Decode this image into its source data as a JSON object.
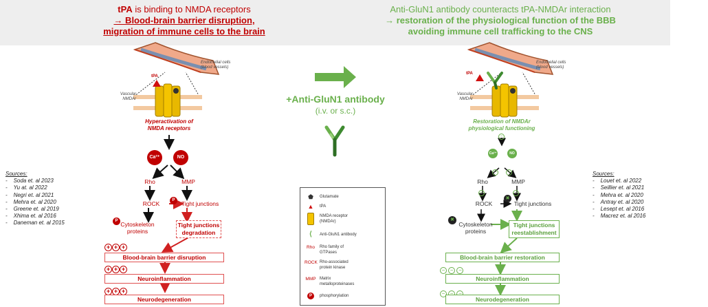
{
  "header": {
    "left_line1_bold": "tPA",
    "left_line1_rest": " is binding to NMDA receptors",
    "left_line2": "→ Blood-brain barrier disruption,",
    "left_line3": "migration of immune cells to the brain",
    "right_line1": "Anti-GluN1 antibody counteracts tPA-NMDAr interaction",
    "right_line2": "→ restoration of the physiological function of the BBB",
    "right_line3": "avoiding immune cell trafficking to the CNS"
  },
  "sources_left": {
    "title": "Sources:",
    "items": [
      "Soda et. al 2023",
      "Yu at. al 2022",
      "Negri et. al 2021",
      "Mehra et. al 2020",
      "Greene et. al  2019",
      "Xhima et. al 2016",
      "Daneman et. al 2015"
    ]
  },
  "sources_right": {
    "title": "Sources:",
    "items": [
      "Louet et. al 2022",
      "Seillier et. al 2021",
      "Mehra et. al 2020",
      "Antray et. al 2020",
      "Lesept et. al 2016",
      "Macrez et. al 2016"
    ]
  },
  "center": {
    "title": "+Anti-GluN1 antibody",
    "subtitle": "(i.v. or s.c.)"
  },
  "left": {
    "endothelial": "Endothelial cells",
    "endothelial2": "(blood vessels)",
    "vascular": "Vascular",
    "nmdar": "NMDAr",
    "tpa": "tPA",
    "caption1": "Hyperactivation of",
    "caption2": "NMDA receptors",
    "ca": "Ca²⁺",
    "no": "NO",
    "rho": "Rho",
    "mmp": "MMP",
    "rock": "ROCK",
    "p": "P",
    "tight": "Tight junctions",
    "cyto1": "Cytoskeleton",
    "cyto2": "proteins",
    "tjd1": "Tight junctions",
    "tjd2": "degradation",
    "bbb": "Blood-brain barrier disruption",
    "neuroinfl": "Neuroinflammation",
    "neurodeg": "Neurodegeneration",
    "plus": "+"
  },
  "right": {
    "endothelial": "Endothelial cells",
    "endothelial2": "(blood vessels)",
    "vascular": "Vascular",
    "nmdar": "NMDAr",
    "tpa": "tPA",
    "caption1": "Restoration of NMDAr",
    "caption2": "physiological functioning",
    "ca": "Ca²⁺",
    "no": "NO",
    "rho": "Rho",
    "mmp": "MMP",
    "rock": "ROCK",
    "tight": "Tight junctions",
    "cyto1": "Cytoskeleton",
    "cyto2": "proteins",
    "tjr1": "Tight junctions",
    "tjr2": "reestablishment",
    "bbb": "Blood-brain barrier restoration",
    "neuroinfl": "Neuroinflammation",
    "neurodeg": "Neurodegeneration",
    "minus": "−",
    "x": "✖"
  },
  "legend": {
    "glutamate": "Glutamate",
    "tpa": "tPA",
    "nmda1": "NMDA receptor",
    "nmda2": "(NMDAr)",
    "antibody": "Anti-GluN1 antibody",
    "rho_sym": "Rho",
    "rho1": "Rho family of",
    "rho2": "GTPases",
    "rock_sym": "ROCK",
    "rock1": "Rho-associated",
    "rock2": "protein kinase",
    "mmp_sym": "MMP",
    "mmp1": "Matrix",
    "mmp2": "metalloproteinases",
    "p_sym": "P",
    "phos": "phosphorylation"
  },
  "colors": {
    "red": "#c00000",
    "green": "#6ab04c",
    "header_bg": "#eeeeee"
  }
}
